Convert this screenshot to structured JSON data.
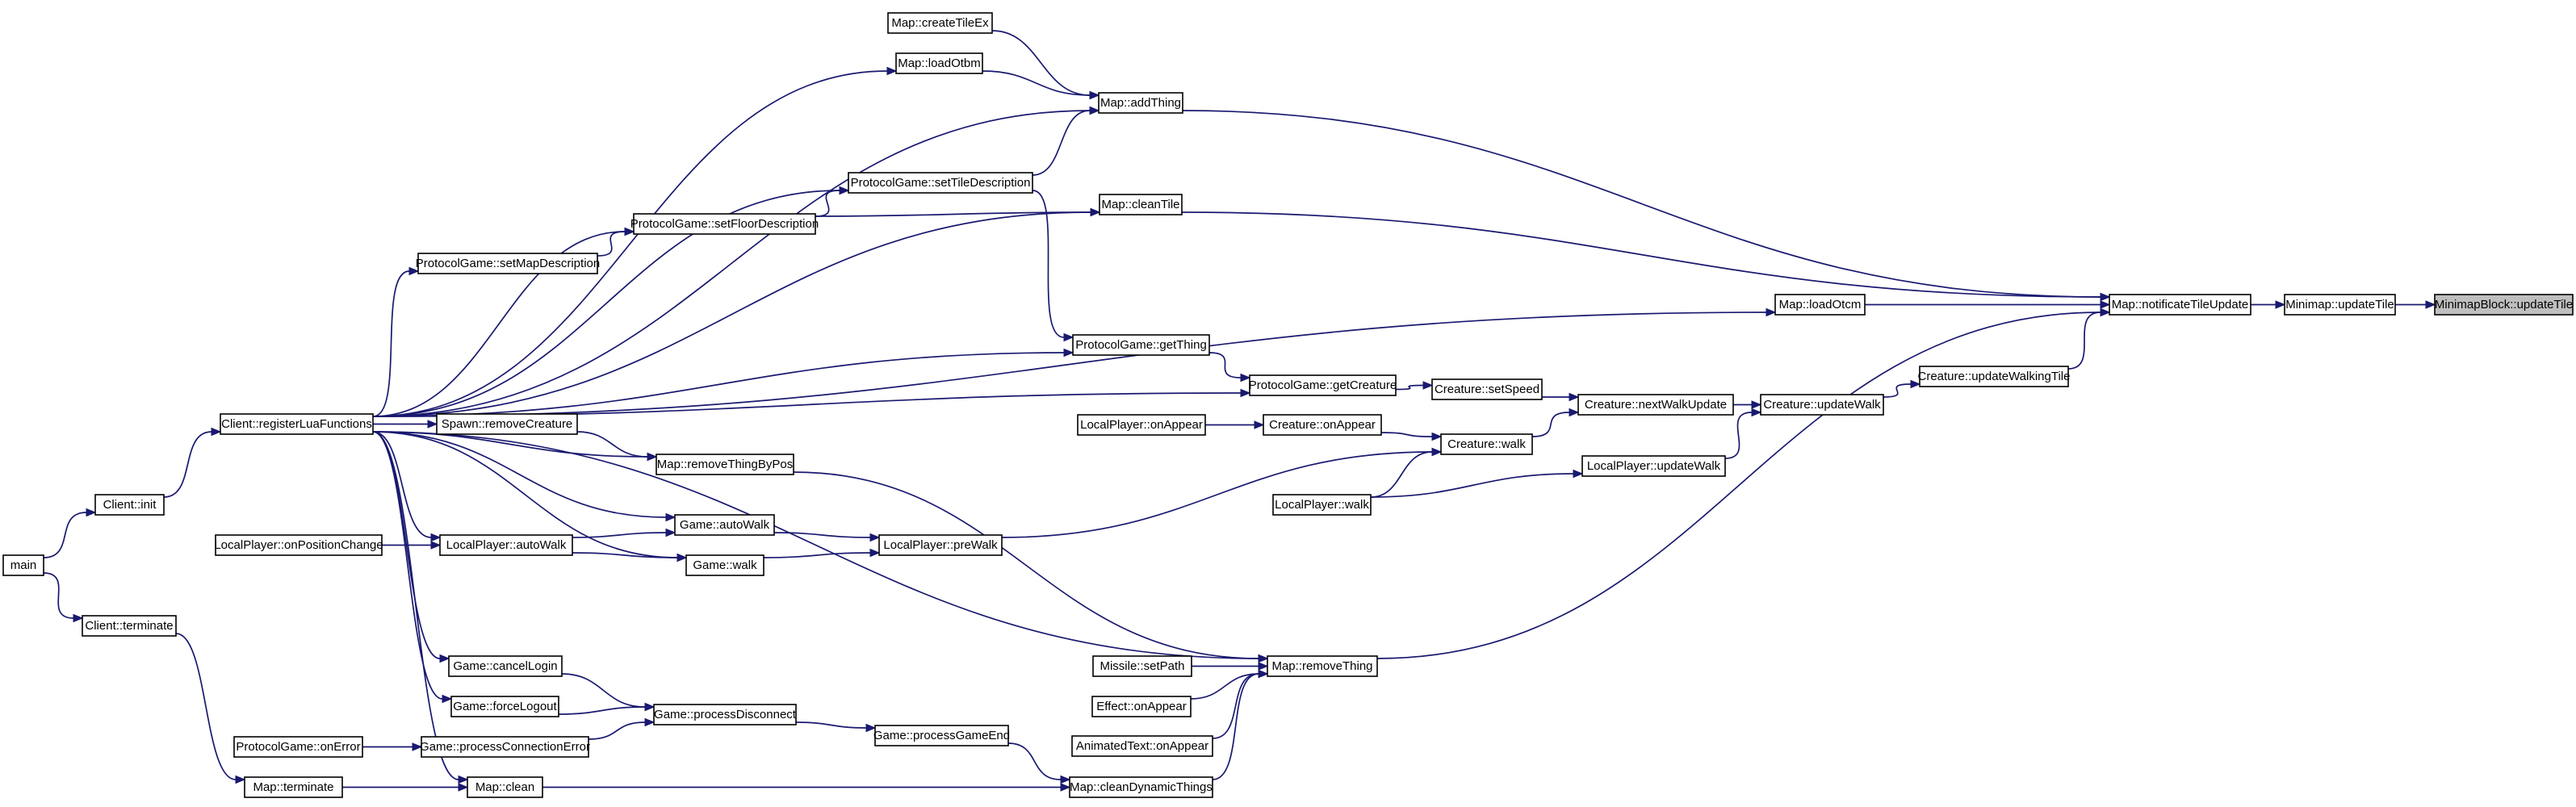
{
  "graph": {
    "root": "minimapblock-update-tile",
    "edge_color": "#191970",
    "highlight_fill": "#bfbfbf",
    "nodes": [
      {
        "id": "main",
        "label": "main"
      },
      {
        "id": "client-init",
        "label": "Client::init"
      },
      {
        "id": "client-terminate",
        "label": "Client::terminate"
      },
      {
        "id": "map-terminate",
        "label": "Map::terminate"
      },
      {
        "id": "client-register-lua-functions",
        "label": "Client::registerLuaFunctions"
      },
      {
        "id": "localplayer-on-position-change",
        "label": "LocalPlayer::onPositionChange"
      },
      {
        "id": "protocolgame-on-error",
        "label": "ProtocolGame::onError"
      },
      {
        "id": "map-create-tile-ex",
        "label": "Map::createTileEx"
      },
      {
        "id": "map-load-otbm",
        "label": "Map::loadOtbm"
      },
      {
        "id": "protocolgame-set-map-description",
        "label": "ProtocolGame::setMapDescription"
      },
      {
        "id": "spawn-remove-creature",
        "label": "Spawn::removeCreature"
      },
      {
        "id": "localplayer-auto-walk",
        "label": "LocalPlayer::autoWalk"
      },
      {
        "id": "game-cancel-login",
        "label": "Game::cancelLogin"
      },
      {
        "id": "game-force-logout",
        "label": "Game::forceLogout"
      },
      {
        "id": "game-process-connection-error",
        "label": "Game::processConnectionError"
      },
      {
        "id": "map-clean",
        "label": "Map::clean"
      },
      {
        "id": "protocolgame-set-floor-description",
        "label": "ProtocolGame::setFloorDescription"
      },
      {
        "id": "map-remove-thing-by-pos",
        "label": "Map::removeThingByPos"
      },
      {
        "id": "game-auto-walk",
        "label": "Game::autoWalk"
      },
      {
        "id": "game-walk",
        "label": "Game::walk"
      },
      {
        "id": "game-process-disconnect",
        "label": "Game::processDisconnect"
      },
      {
        "id": "protocolgame-set-tile-description",
        "label": "ProtocolGame::setTileDescription"
      },
      {
        "id": "localplayer-pre-walk",
        "label": "LocalPlayer::preWalk"
      },
      {
        "id": "game-process-game-end",
        "label": "Game::processGameEnd"
      },
      {
        "id": "protocolgame-get-thing",
        "label": "ProtocolGame::getThing"
      },
      {
        "id": "localplayer-on-appear",
        "label": "LocalPlayer::onAppear"
      },
      {
        "id": "missile-set-path",
        "label": "Missile::setPath"
      },
      {
        "id": "effect-on-appear",
        "label": "Effect::onAppear"
      },
      {
        "id": "animatedtext-on-appear",
        "label": "AnimatedText::onAppear"
      },
      {
        "id": "map-clean-dynamic-things",
        "label": "Map::cleanDynamicThings"
      },
      {
        "id": "map-add-thing",
        "label": "Map::addThing"
      },
      {
        "id": "map-clean-tile",
        "label": "Map::cleanTile"
      },
      {
        "id": "protocolgame-get-creature",
        "label": "ProtocolGame::getCreature"
      },
      {
        "id": "creature-on-appear",
        "label": "Creature::onAppear"
      },
      {
        "id": "map-remove-thing",
        "label": "Map::removeThing"
      },
      {
        "id": "localplayer-walk",
        "label": "LocalPlayer::walk"
      },
      {
        "id": "creature-set-speed",
        "label": "Creature::setSpeed"
      },
      {
        "id": "creature-walk",
        "label": "Creature::walk"
      },
      {
        "id": "creature-next-walk-update",
        "label": "Creature::nextWalkUpdate"
      },
      {
        "id": "localplayer-update-walk",
        "label": "LocalPlayer::updateWalk"
      },
      {
        "id": "map-load-otcm",
        "label": "Map::loadOtcm"
      },
      {
        "id": "creature-update-walk",
        "label": "Creature::updateWalk"
      },
      {
        "id": "creature-update-walking-tile",
        "label": "Creature::updateWalkingTile"
      },
      {
        "id": "map-notificate-tile-update",
        "label": "Map::notificateTileUpdate"
      },
      {
        "id": "minimap-update-tile",
        "label": "Minimap::updateTile"
      },
      {
        "id": "minimapblock-update-tile",
        "label": "MinimapBlock::updateTile"
      }
    ],
    "edges": [
      [
        "minimap-update-tile",
        "minimapblock-update-tile"
      ],
      [
        "map-notificate-tile-update",
        "minimap-update-tile"
      ],
      [
        "map-add-thing",
        "map-notificate-tile-update"
      ],
      [
        "map-clean-tile",
        "map-notificate-tile-update"
      ],
      [
        "map-load-otcm",
        "map-notificate-tile-update"
      ],
      [
        "creature-update-walking-tile",
        "map-notificate-tile-update"
      ],
      [
        "map-remove-thing",
        "map-notificate-tile-update"
      ],
      [
        "creature-update-walk",
        "creature-update-walking-tile"
      ],
      [
        "creature-next-walk-update",
        "creature-update-walk"
      ],
      [
        "localplayer-update-walk",
        "creature-update-walk"
      ],
      [
        "creature-set-speed",
        "creature-next-walk-update"
      ],
      [
        "creature-walk",
        "creature-next-walk-update"
      ],
      [
        "localplayer-walk",
        "localplayer-update-walk"
      ],
      [
        "protocolgame-get-creature",
        "creature-set-speed"
      ],
      [
        "creature-on-appear",
        "creature-walk"
      ],
      [
        "localplayer-walk",
        "creature-walk"
      ],
      [
        "localplayer-pre-walk",
        "creature-walk"
      ],
      [
        "localplayer-on-appear",
        "creature-on-appear"
      ],
      [
        "protocolgame-get-thing",
        "protocolgame-get-creature"
      ],
      [
        "client-register-lua-functions",
        "protocolgame-get-creature"
      ],
      [
        "protocolgame-set-tile-description",
        "protocolgame-get-thing"
      ],
      [
        "client-register-lua-functions",
        "protocolgame-get-thing"
      ],
      [
        "map-create-tile-ex",
        "map-add-thing"
      ],
      [
        "map-load-otbm",
        "map-add-thing"
      ],
      [
        "protocolgame-set-tile-description",
        "map-add-thing"
      ],
      [
        "client-register-lua-functions",
        "map-add-thing"
      ],
      [
        "protocolgame-set-floor-description",
        "map-clean-tile"
      ],
      [
        "client-register-lua-functions",
        "map-clean-tile"
      ],
      [
        "protocolgame-set-floor-description",
        "protocolgame-set-tile-description"
      ],
      [
        "client-register-lua-functions",
        "protocolgame-set-tile-description"
      ],
      [
        "protocolgame-set-map-description",
        "protocolgame-set-floor-description"
      ],
      [
        "client-register-lua-functions",
        "protocolgame-set-floor-description"
      ],
      [
        "client-register-lua-functions",
        "protocolgame-set-map-description"
      ],
      [
        "client-register-lua-functions",
        "map-load-otbm"
      ],
      [
        "client-register-lua-functions",
        "map-load-otcm"
      ],
      [
        "client-register-lua-functions",
        "spawn-remove-creature"
      ],
      [
        "spawn-remove-creature",
        "map-remove-thing-by-pos"
      ],
      [
        "client-register-lua-functions",
        "map-remove-thing-by-pos"
      ],
      [
        "map-remove-thing-by-pos",
        "map-remove-thing"
      ],
      [
        "client-register-lua-functions",
        "game-auto-walk"
      ],
      [
        "localplayer-auto-walk",
        "game-auto-walk"
      ],
      [
        "client-register-lua-functions",
        "localplayer-auto-walk"
      ],
      [
        "localplayer-on-position-change",
        "localplayer-auto-walk"
      ],
      [
        "localplayer-auto-walk",
        "game-walk"
      ],
      [
        "client-register-lua-functions",
        "game-walk"
      ],
      [
        "game-auto-walk",
        "localplayer-pre-walk"
      ],
      [
        "game-walk",
        "localplayer-pre-walk"
      ],
      [
        "client-register-lua-functions",
        "map-remove-thing"
      ],
      [
        "missile-set-path",
        "map-remove-thing"
      ],
      [
        "effect-on-appear",
        "map-remove-thing"
      ],
      [
        "animatedtext-on-appear",
        "map-remove-thing"
      ],
      [
        "map-clean-dynamic-things",
        "map-remove-thing"
      ],
      [
        "client-register-lua-functions",
        "game-cancel-login"
      ],
      [
        "client-register-lua-functions",
        "game-force-logout"
      ],
      [
        "client-register-lua-functions",
        "map-clean"
      ],
      [
        "game-cancel-login",
        "game-process-disconnect"
      ],
      [
        "game-force-logout",
        "game-process-disconnect"
      ],
      [
        "game-process-connection-error",
        "game-process-disconnect"
      ],
      [
        "protocolgame-on-error",
        "game-process-connection-error"
      ],
      [
        "game-process-disconnect",
        "game-process-game-end"
      ],
      [
        "game-process-game-end",
        "map-clean-dynamic-things"
      ],
      [
        "map-clean",
        "map-clean-dynamic-things"
      ],
      [
        "map-terminate",
        "map-clean"
      ],
      [
        "client-terminate",
        "map-terminate"
      ],
      [
        "main",
        "client-init"
      ],
      [
        "main",
        "client-terminate"
      ],
      [
        "client-init",
        "client-register-lua-functions"
      ]
    ]
  }
}
